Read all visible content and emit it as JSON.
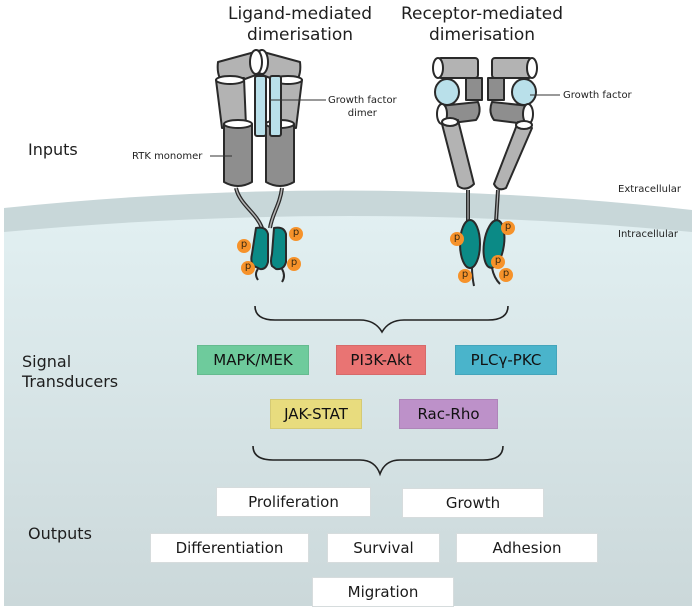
{
  "titles": {
    "ligand": "Ligand-mediated\ndimerisation",
    "receptor": "Receptor-mediated\ndimerisation"
  },
  "sections": {
    "inputs": "Inputs",
    "signal_transducers": "Signal\nTransducers",
    "outputs": "Outputs"
  },
  "annotations": {
    "growth_factor_dimer": "Growth factor\ndimer",
    "growth_factor": "Growth factor",
    "rtk_monomer": "RTK monomer",
    "extracellular": "Extracellular",
    "intracellular": "Intracellular",
    "phosphate": "p"
  },
  "pathways": [
    {
      "label": "MAPK/MEK",
      "color": "#6ecb9c"
    },
    {
      "label": "PI3K-Akt",
      "color": "#e97473"
    },
    {
      "label": "PLCγ-PKC",
      "color": "#4ab4cb"
    },
    {
      "label": "JAK-STAT",
      "color": "#e8dc7e"
    },
    {
      "label": "Rac-Rho",
      "color": "#bd91c9"
    }
  ],
  "outputs": [
    "Proliferation",
    "Growth",
    "Differentiation",
    "Survival",
    "Adhesion",
    "Migration"
  ],
  "colors": {
    "membrane": "#c7d7d8",
    "cytoplasm_top": "#e2f0f2",
    "cytoplasm_bottom": "#cbd9db",
    "receptor_light": "#b3b3b3",
    "receptor_dark": "#8e8e8e",
    "ligand": "#b9e0ea",
    "kinase": "#0b8a86",
    "phosphate": "#f6922a"
  }
}
